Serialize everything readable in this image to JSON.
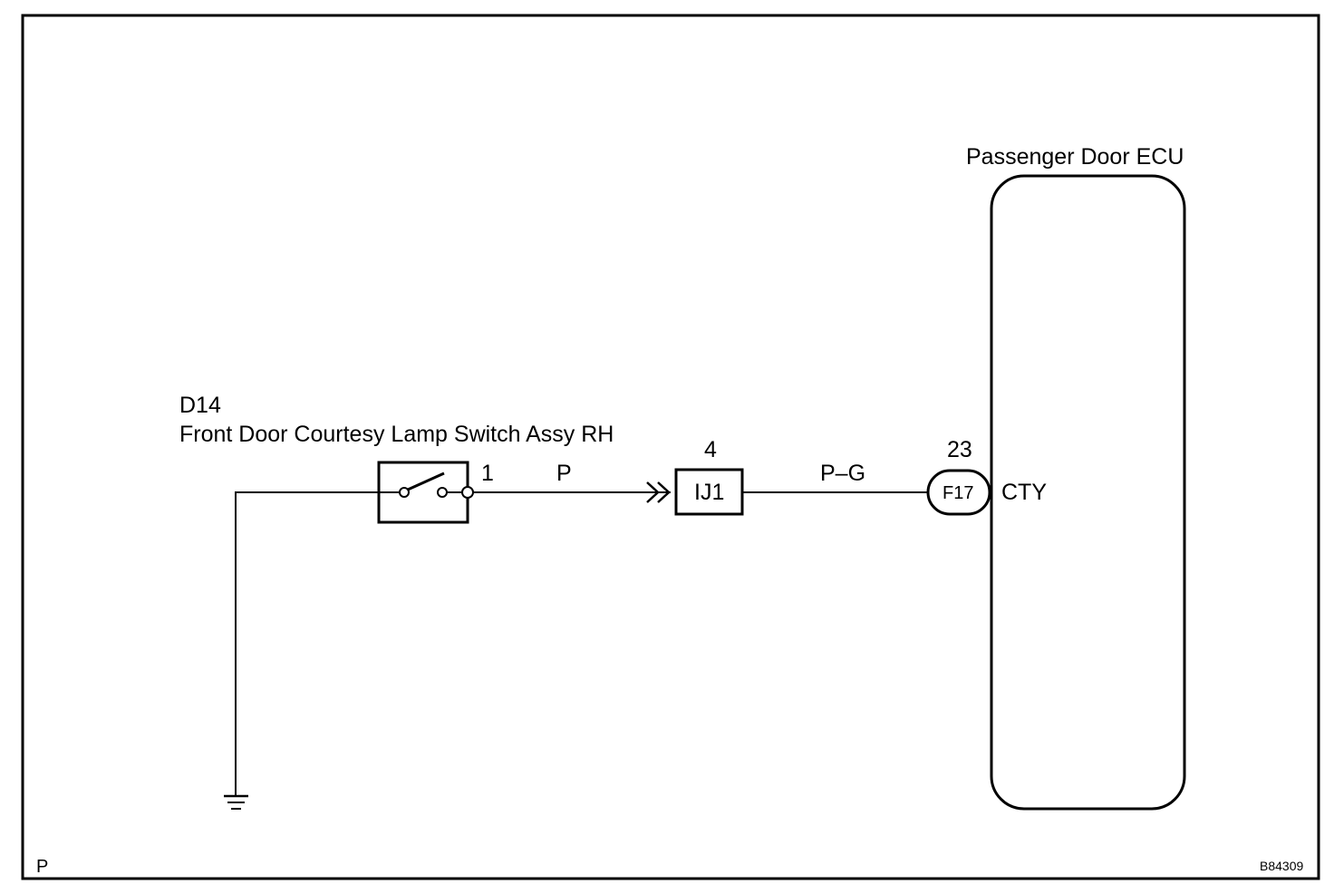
{
  "diagram": {
    "type": "wiring-diagram",
    "components": {
      "switch": {
        "code": "D14",
        "name": "Front Door Courtesy Lamp Switch Assy RH",
        "pin": "1"
      },
      "junction": {
        "code": "IJ1",
        "pin": "4"
      },
      "ecu": {
        "name": "Passenger Door ECU",
        "connector": "F17",
        "pin": "23",
        "terminal": "CTY"
      }
    },
    "wires": [
      {
        "id": "switch-to-junction",
        "color_code": "P"
      },
      {
        "id": "junction-to-ecu",
        "color_code": "P–G"
      }
    ],
    "ground": {
      "symbol": "ground-icon"
    },
    "footer": {
      "left_mark": "P",
      "figure_id": "B84309"
    }
  }
}
